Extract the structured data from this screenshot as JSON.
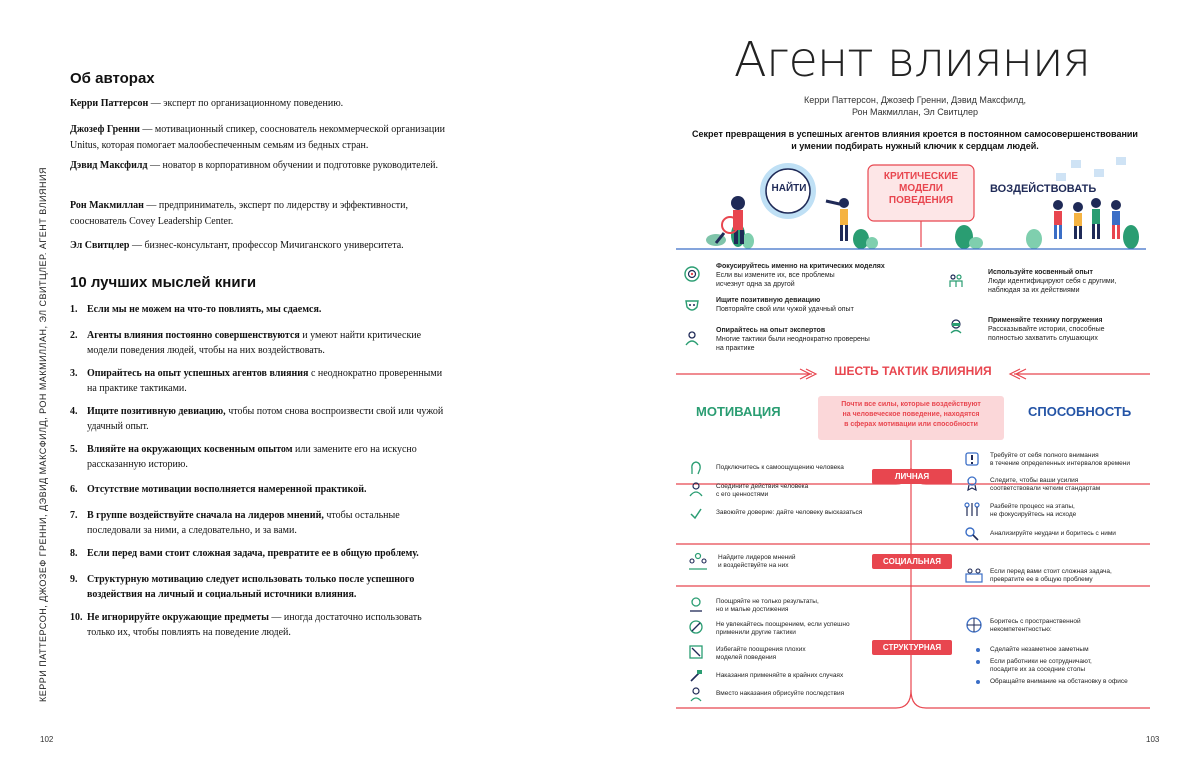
{
  "spine_text": "КЕРРИ ПАТТЕРСОН, ДЖОЗЕФ ГРЕННИ, ДЭВИД МАКСФИЛД, РОН МАКМИЛЛАН, ЭЛ СВИТЦЛЕР. АГЕНТ ВЛИЯНИЯ",
  "left": {
    "about_heading": "Об авторах",
    "bios": [
      {
        "name": "Керри Паттерсон",
        "text": " — эксперт по организационному поведению."
      },
      {
        "name": "Джозеф Гренни",
        "text": " — мотивационный спикер, сооснователь некоммерческой организации Unitus, которая помогает малообеспеченным семьям из бедных стран."
      },
      {
        "name": "Дэвид Максфилд",
        "text": " — новатор в корпоративном обучении и подготовке руководителей."
      },
      {
        "name": "Рон Макмиллан",
        "text": " — предприниматель, эксперт по лидерству и эффективности, сооснователь Covey Leadership Center."
      },
      {
        "name": "Эл Свитцлер",
        "text": " — бизнес-консультант, профессор Мичиганского университета."
      }
    ],
    "thoughts_heading": "10 лучших мыслей книги",
    "thoughts": [
      {
        "num": "1.",
        "bold": "Если мы не можем на что-то повлиять, мы сдаемся.",
        "rest": ""
      },
      {
        "num": "2.",
        "bold": "Агенты влияния постоянно совершенствуются",
        "rest": " и умеют найти критические модели поведения людей, чтобы на них воздействовать."
      },
      {
        "num": "3.",
        "bold": "Опирайтесь на опыт успешных агентов влияния",
        "rest": " с неоднократно проверенными на практике тактиками."
      },
      {
        "num": "4.",
        "bold": "Ищите позитивную девиацию,",
        "rest": " чтобы потом снова воспроизвести свой или чужой удачный опыт."
      },
      {
        "num": "5.",
        "bold": "Влияйте на окружающих косвенным опытом",
        "rest": " или замените его на искусно рассказанную историю."
      },
      {
        "num": "6.",
        "bold": "Отсутствие мотивации восполняется намеренной практикой.",
        "rest": ""
      },
      {
        "num": "7.",
        "bold": "В группе воздействуйте сначала на лидеров мнений,",
        "rest": " чтобы остальные последовали за ними, а следовательно, и за вами."
      },
      {
        "num": "8.",
        "bold": "Если перед вами стоит сложная задача, превратите ее в общую проблему.",
        "rest": ""
      },
      {
        "num": "9.",
        "bold": "Структурную мотивацию следует использовать только после успешного воздействия на личный и социальный источники влияния.",
        "rest": ""
      },
      {
        "num": "10.",
        "bold": "Не игнорируйте окружающие предметы",
        "rest": " — иногда достаточно использовать только их, чтобы повлиять на поведение людей."
      }
    ],
    "page_number": "102"
  },
  "right": {
    "title": "Агент влияния",
    "authors_line1": "Керри Паттерсон, Джозеф Гренни, Дэвид Максфилд,",
    "authors_line2": "Рон Макмиллан, Эл Свитцлер",
    "intro_line1": "Секрет превращения в успешных агентов влияния кроется в постоянном самосовершенствовании",
    "intro_line2": "и умении подбирать нужный ключик к сердцам людей.",
    "find": "НАЙТИ",
    "critical": [
      "КРИТИЧЕСКИЕ",
      "МОДЕЛИ",
      "ПОВЕДЕНИЯ"
    ],
    "act": "ВОЗДЕЙСТВОВАТЬ",
    "tactics_left": [
      {
        "icon": "target-icon",
        "title": "Фокусируйтесь именно на критических моделях",
        "l1": "Если вы измените их, все проблемы",
        "l2": "исчезнут одна за другой"
      },
      {
        "icon": "mask-icon",
        "title": "Ищите позитивную девиацию",
        "l1": "Повторяйте свой или чужой удачный опыт",
        "l2": ""
      },
      {
        "icon": "expert-icon",
        "title": "Опирайтесь на опыт экспертов",
        "l1": "Многие тактики были неоднократно проверены",
        "l2": "на практике"
      }
    ],
    "tactics_right": [
      {
        "icon": "observe-icon",
        "title": "Используйте косвенный опыт",
        "l1": "Люди идентифицируют себя с другими,",
        "l2": "наблюдая за их действиями"
      },
      {
        "icon": "vr-icon",
        "title": "Применяйте технику погружения",
        "l1": "Рассказывайте истории, способные",
        "l2": "полностью захватить слушающих"
      }
    ],
    "six_tactics": "ШЕСТЬ ТАКТИК ВЛИЯНИЯ",
    "motivation": "МОТИВАЦИЯ",
    "ability": "СПОСОБНОСТЬ",
    "center_box": [
      "Почти все силы, которые воздействуют",
      "на человеческое поведение, находятся",
      "в сферах мотивации или способности"
    ],
    "personal": "ЛИЧНАЯ",
    "social": "СОЦИАЛЬНАЯ",
    "structural": "СТРУКТУРНАЯ",
    "mot_personal": [
      {
        "icon": "head-icon",
        "l1": "Подключитесь к самоощущению человека",
        "l2": ""
      },
      {
        "icon": "values-icon",
        "l1": "Соедините действия человека",
        "l2": "с его ценностями"
      },
      {
        "icon": "trust-icon",
        "l1": "Завоюйте доверие: дайте человеку высказаться",
        "l2": ""
      }
    ],
    "abl_personal": [
      {
        "icon": "attention-icon",
        "l1": "Требуйте от себя полного внимания",
        "l2": "в течение определенных интервалов времени"
      },
      {
        "icon": "standard-icon",
        "l1": "Следите, чтобы ваши усилия",
        "l2": "соответствовали четким стандартам"
      },
      {
        "icon": "steps-icon",
        "l1": "Разбейте процесс на этапы,",
        "l2": "не фокусируйтесь на исходе"
      },
      {
        "icon": "analyze-icon",
        "l1": "Анализируйте неудачи и боритесь с ними",
        "l2": ""
      }
    ],
    "mot_social": [
      {
        "icon": "leaders-icon",
        "l1": "Найдите лидеров мнений",
        "l2": "и воздействуйте на них"
      }
    ],
    "abl_social": [
      {
        "icon": "team-icon",
        "l1": "Если перед вами стоит сложная задача,",
        "l2": "превратите ее в общую проблему"
      }
    ],
    "mot_structural": [
      {
        "icon": "reward-icon",
        "l1": "Поощряйте не только результаты,",
        "l2": "но и малые достижения"
      },
      {
        "icon": "restraint-icon",
        "l1": "Не увлекайтесь поощрением, если успешно",
        "l2": "применили другие тактики"
      },
      {
        "icon": "avoid-icon",
        "l1": "Избегайте поощрения плохих",
        "l2": "моделей поведения"
      },
      {
        "icon": "punish-icon",
        "l1": "Наказания применяйте в крайних случаях",
        "l2": ""
      },
      {
        "icon": "consequence-icon",
        "l1": "Вместо наказания обрисуйте последствия",
        "l2": ""
      }
    ],
    "abl_structural_head": {
      "icon": "space-icon",
      "l1": "Боритесь с пространственной",
      "l2": "некомпетентностью:"
    },
    "abl_structural_bullets": [
      {
        "l1": "Сделайте незаметное заметным",
        "l2": ""
      },
      {
        "l1": "Если работники не сотрудничают,",
        "l2": "посадите их за соседние столы"
      },
      {
        "l1": "Обращайте внимание на обстановку в офисе",
        "l2": ""
      }
    ],
    "page_number": "103",
    "colors": {
      "red": "#e8464f",
      "green": "#2a9d72",
      "blue": "#2454a6",
      "pink": "#fbd7d9",
      "accent": "#3b6ec6"
    }
  }
}
